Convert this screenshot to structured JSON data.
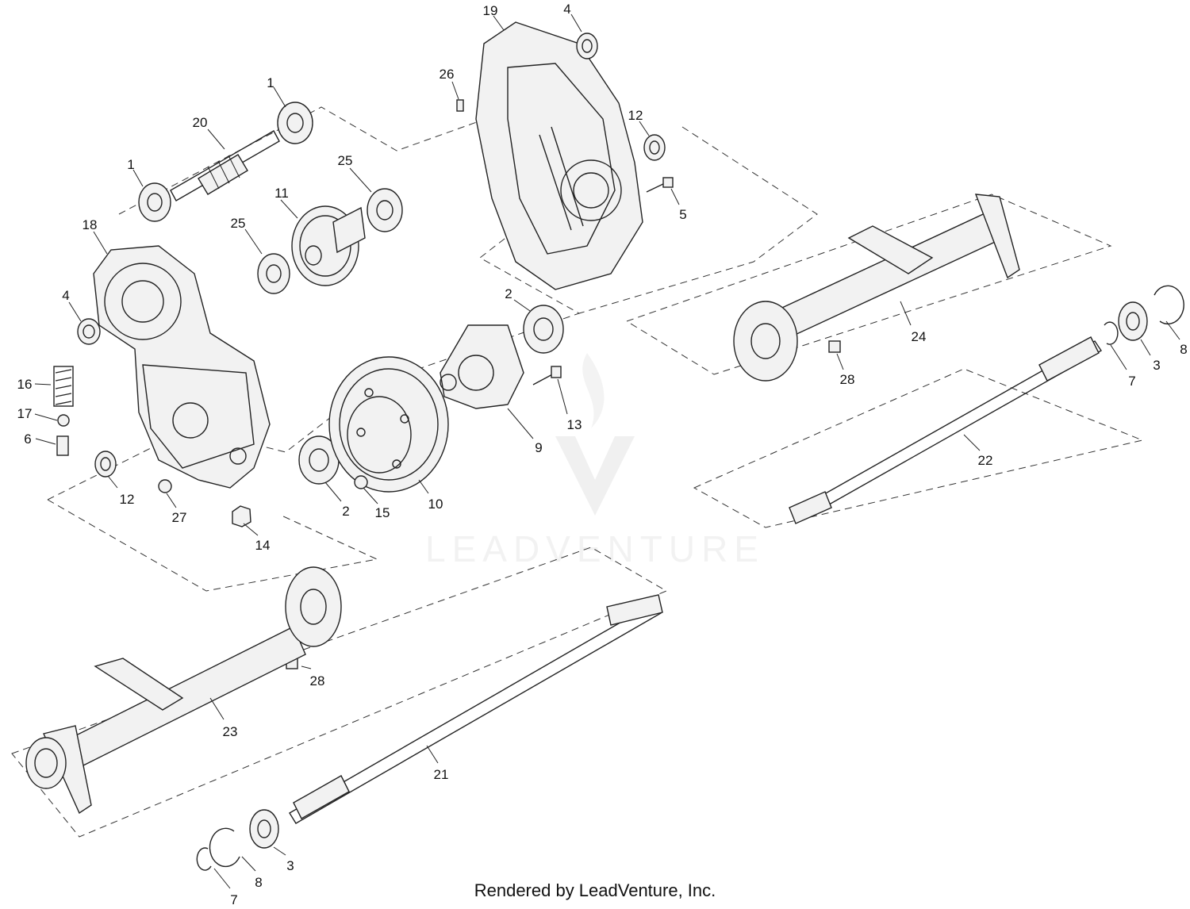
{
  "diagram": {
    "callouts": [
      "1",
      "1",
      "20",
      "25",
      "11",
      "25",
      "18",
      "4",
      "16",
      "17",
      "6",
      "12",
      "27",
      "14",
      "2",
      "15",
      "10",
      "9",
      "13",
      "2",
      "19",
      "4",
      "26",
      "12",
      "5",
      "24",
      "28",
      "3",
      "8",
      "7",
      "22",
      "23",
      "28",
      "21",
      "3",
      "8",
      "7"
    ],
    "watermark": "LEADVENTURE"
  },
  "footer": {
    "text": "Rendered by LeadVenture, Inc."
  }
}
